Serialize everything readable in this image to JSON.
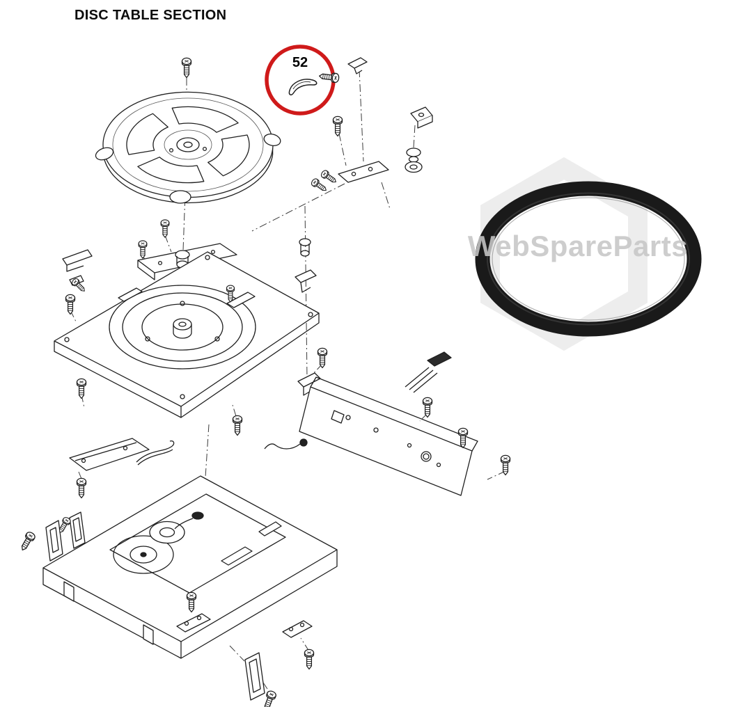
{
  "title": "DISC TABLE SECTION",
  "callout": {
    "number": "52"
  },
  "watermark": {
    "text": "WebSpareParts"
  },
  "colors": {
    "background": "#ffffff",
    "line": "#1f1f1f",
    "callout_red": "#cf1a1a",
    "belt_black": "#1a1a1a",
    "watermark_gray": "#c6c6c6"
  }
}
